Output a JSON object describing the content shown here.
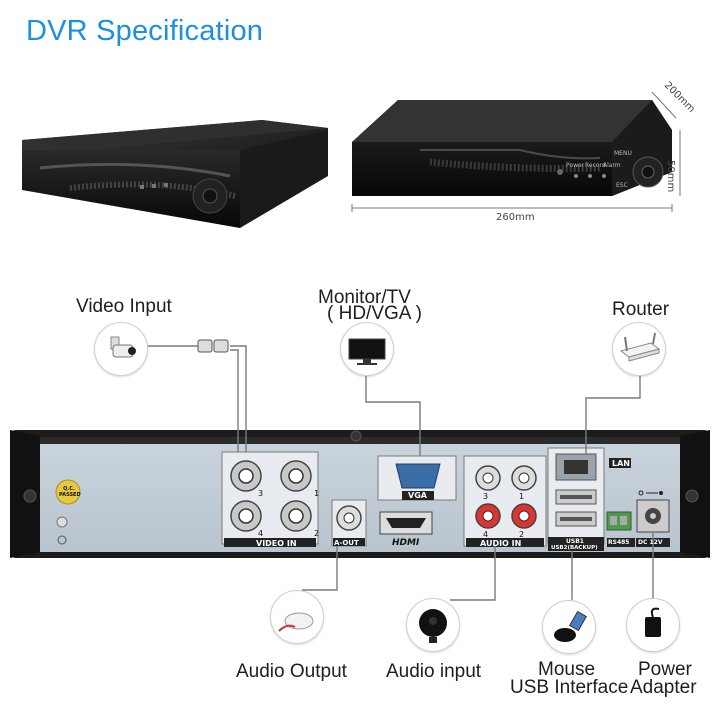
{
  "title": "DVR Specification",
  "dimensions": {
    "depth": "200mm",
    "height": "50mm",
    "width": "260mm"
  },
  "front_panel": {
    "power": "Power",
    "record": "Record",
    "alarm": "Alarm",
    "menu": "MENU",
    "esc": "ESC"
  },
  "rear_panel": {
    "video_in": "VIDEO IN",
    "vga": "VGA",
    "a_out": "A-OUT",
    "hdmi": "HDMI",
    "audio_in": "AUDIO IN",
    "lan": "LAN",
    "usb1": "USB1",
    "usb2": "USB2(BACKUP)",
    "rs485": "RS485",
    "dc": "DC 12V",
    "qc": "Q.C. PASSED",
    "video_ports": [
      "3",
      "1",
      "4",
      "2"
    ],
    "audio_ports": [
      "3",
      "1",
      "4",
      "2"
    ]
  },
  "connections": {
    "video_input": "Video Input",
    "monitor_line1": "Monitor/TV",
    "monitor_line2": "( HD/VGA )",
    "router": "Router",
    "audio_output": "Audio Output",
    "audio_input": "Audio input",
    "mouse_line1": "Mouse",
    "mouse_line2": "USB Interface",
    "power_line1": "Power",
    "power_line2": "Adapter"
  }
}
